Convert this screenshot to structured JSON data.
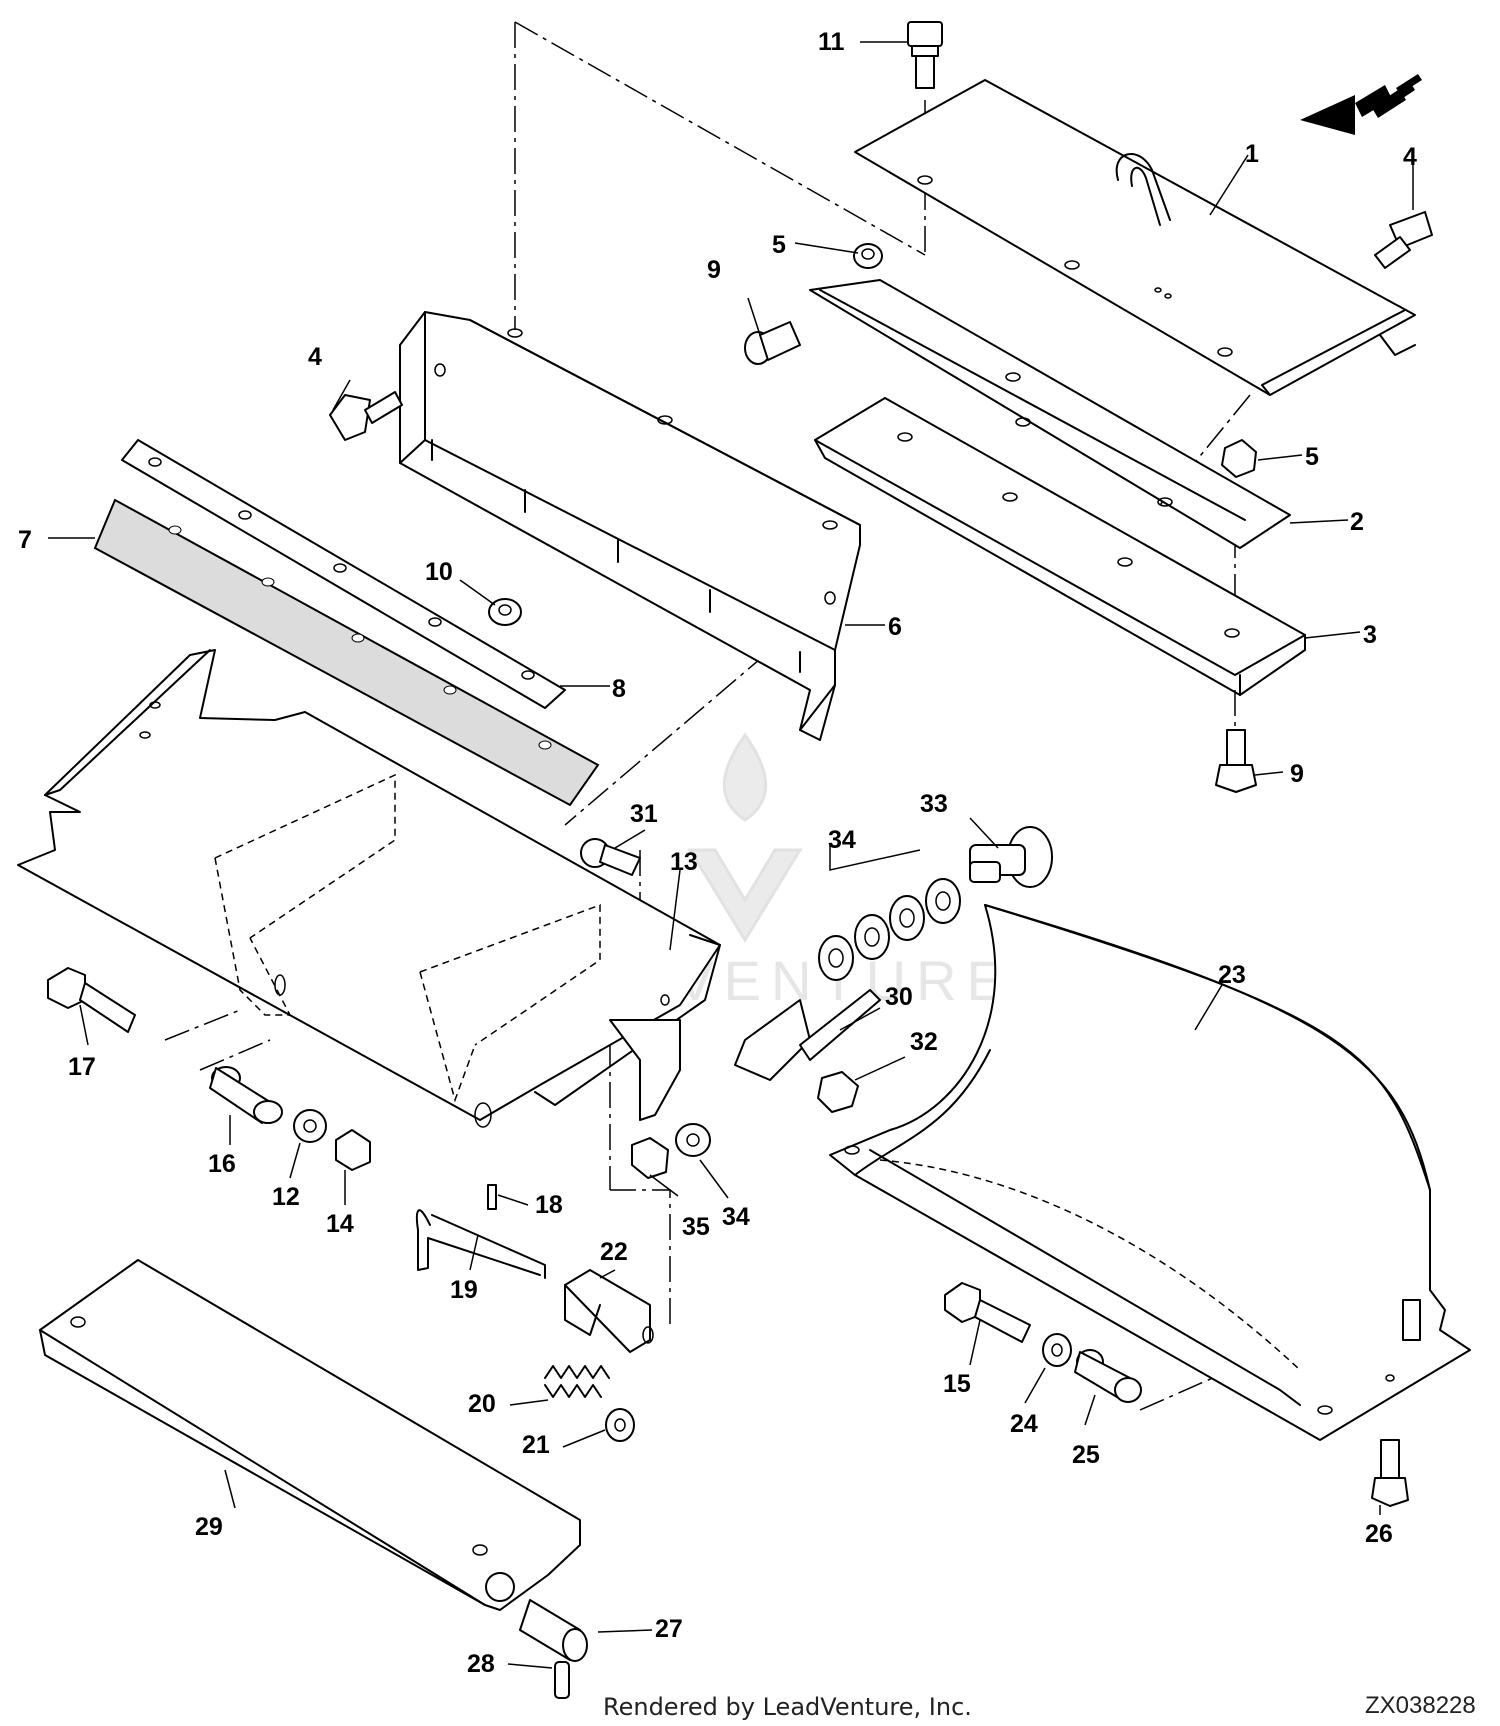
{
  "diagram": {
    "callouts": [
      "1",
      "2",
      "3",
      "4",
      "4",
      "5",
      "5",
      "6",
      "7",
      "8",
      "9",
      "9",
      "10",
      "11",
      "12",
      "13",
      "14",
      "15",
      "16",
      "17",
      "18",
      "19",
      "20",
      "21",
      "22",
      "23",
      "24",
      "25",
      "26",
      "27",
      "28",
      "29",
      "30",
      "31",
      "32",
      "33",
      "34",
      "34",
      "35"
    ],
    "watermark": "LEADVENTURE",
    "credit": "Rendered by LeadVenture, Inc.",
    "figure_id": "ZX038228",
    "colors": {
      "line": "#000000",
      "background": "#ffffff",
      "watermark": "#e6e6e6"
    }
  }
}
